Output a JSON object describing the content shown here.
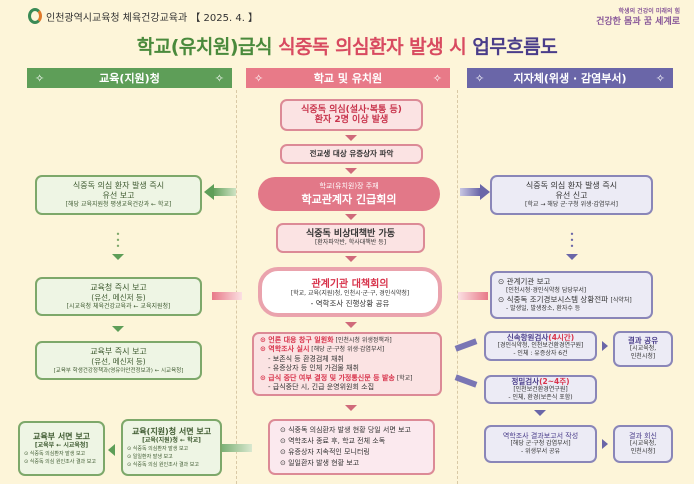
{
  "header": {
    "org": "인천광역시교육청 체육건강교육과 【 2025. 4. 】",
    "slogan_top": "학생의 건강이 미래의 힘",
    "slogan": "건강한 몸과 꿈 세계로",
    "title_a": "학교(유치원)급식 ",
    "title_b": "식중독 의심환자 발생 시 ",
    "title_c": "업무흐름도"
  },
  "columns": {
    "left": "교육(지원)청",
    "center": "학교 및 유치원",
    "right": "지자체(위생 · 감염부서)",
    "bullet": "✧"
  },
  "colors": {
    "green": "#5e9e58",
    "pink": "#e87a88",
    "purple": "#6a66a8"
  },
  "center": {
    "c1": [
      "식중독 의심(설사·복통 등)",
      "환자 2명 이상 발생"
    ],
    "c2": "전교생 대상 유증상자 파악",
    "c3": [
      "학교(유치원)장 주재",
      "학교관계자 긴급회의"
    ],
    "c4": [
      "식중독 비상대책반 가동",
      "[환자파악반, 학사대책반 등]"
    ],
    "c5": [
      "관계기관 대책회의",
      "[학교, 교육(지원)청, 인천시·군·구, 경인식약청]",
      "- 역학조사 진행상황 공유"
    ],
    "c6": {
      "l1a": "⊙ 언론 대응 창구 일원화",
      "l1b": " [인천시청 위생정책과]",
      "l2a": "⊙ 역학조사 실시",
      "l2b": " [해당 군·구청 위생·감염부서]",
      "l3": "- 보존식 등 환경검체 채취",
      "l4": "- 유증상자 등 인체 가검물 채취",
      "l5a": "⊙ 급식 중단 여부 결정 및 가정통신문 등 발송",
      "l5b": " [학교]",
      "l6": "- 급식중단 시, 긴급 운영위원회 소집"
    },
    "c7": [
      "⊙ 식중독 의심환자 발생 현황 당일 서면 보고",
      "⊙ 역학조사 종료 후, 학교 전체 소독",
      "⊙ 유증상자 지속적인 모니터링",
      "⊙ 일일환자 발생 현황 보고"
    ]
  },
  "left": {
    "l1": [
      "식중독 의심 환자 발생 즉시",
      "유선 보고",
      "[해당 교육지원청 평생교육건강과 ← 학교]"
    ],
    "l2": [
      "교육청 즉시 보고",
      "(유선, 메신저 등)",
      "[시교육청 체육건강교육과 ← 교육지원청]"
    ],
    "l3": [
      "교육부 즉시 보고",
      "(유선, 메신저 등)",
      "[교육부 학생건강정책과(영유아안전정보과) ← 시교육청]"
    ],
    "l4": [
      "교육부 서면 보고",
      "[교육부 ← 시교육청]",
      "⊙ 식중독 의심환자 발생 보고",
      "⊙ 식중독 의심 원인조사 결과 보고"
    ],
    "l5": [
      "교육(지원)청 서면 보고",
      "[교육(지원)청 ← 학교]",
      "⊙ 식중독 의심환자 발생 보고",
      "⊙ 일일환자 발생 보고",
      "⊙ 식중독 의심 원인조사 결과 보고"
    ]
  },
  "right": {
    "r1": [
      "식중독 의심 환자 발생 즉시",
      "유선 신고",
      "[학교 → 해당 군·구청 위생·감염부서]"
    ],
    "r2": [
      "⊙ 관계기관 보고",
      "[인천시청·경인식약청 담당부서]",
      "⊙ 식중독 조기경보시스템 상황전파",
      "[식약처]",
      "- 발생일, 발생장소, 환자수 등"
    ],
    "r3": [
      "신속항원검사",
      "(4시간)",
      "[경인식약청, 인천보건환경연구원]",
      "- 인체 : 유증상자 6건"
    ],
    "r4": [
      "결과 공유",
      "[시교육청,",
      "인천시청]"
    ],
    "r5": [
      "정밀검사",
      "(2~4주)",
      "[인천보건환경연구원]",
      "- 인체, 환경(보존식 포함)"
    ],
    "r6": [
      "역학조사 결과보고서 작성",
      "[해당 군·구청 감염부서]",
      "- 위생부서 공유"
    ],
    "r7": [
      "결과 회신",
      "[시교육청,",
      "인천시청]"
    ]
  }
}
